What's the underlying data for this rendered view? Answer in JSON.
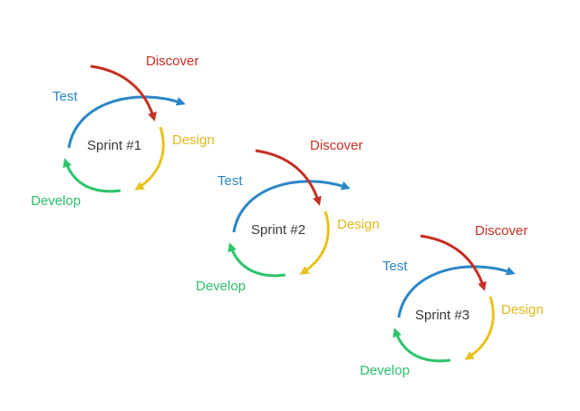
{
  "colors": {
    "discover": "#c62f24",
    "test": "#2a86c6",
    "design": "#e8c21c",
    "develop": "#2ec46c",
    "sprint_text": "#3a3a3a"
  },
  "sprints": [
    {
      "title": "Sprint #1",
      "discover": "Discover",
      "test": "Test",
      "design": "Design",
      "develop": "Develop"
    },
    {
      "title": "Sprint #2",
      "discover": "Discover",
      "test": "Test",
      "design": "Design",
      "develop": "Develop"
    },
    {
      "title": "Sprint #3",
      "discover": "Discover",
      "test": "Test",
      "design": "Design",
      "develop": "Develop"
    }
  ]
}
